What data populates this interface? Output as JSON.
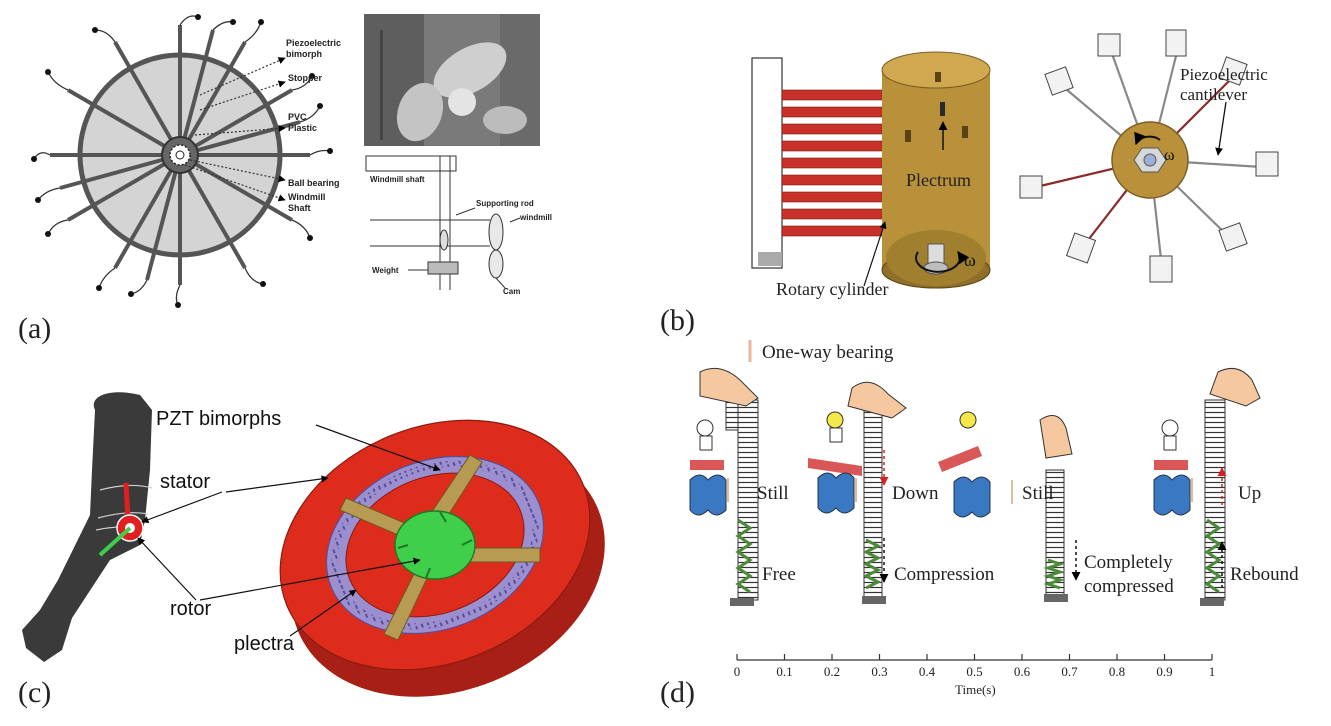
{
  "panel_a": {
    "label": "(a)",
    "callouts": {
      "piezo": [
        "Piezoelectric",
        "bimorph"
      ],
      "stopper": "Stopper",
      "pvc": [
        "PVC",
        "Plastic"
      ],
      "bearing": "Ball bearing",
      "shaft": [
        "Windmill",
        "Shaft"
      ]
    },
    "schematic": {
      "windmill_shaft": "Windmill shaft",
      "supporting_rod": "Supporting rod",
      "windmill": "windmill",
      "weight": "Weight",
      "cam": "Cam"
    }
  },
  "panel_b": {
    "label": "(b)",
    "plectrum": "Plectrum",
    "omega": "ω",
    "rotary_cylinder": "Rotary cylinder",
    "cantilever": [
      "Piezoelectric",
      "cantilever"
    ]
  },
  "panel_c": {
    "label": "(c)",
    "pzt": "PZT bimorphs",
    "stator": "stator",
    "rotor": "rotor",
    "plectra": "plectra"
  },
  "panel_d": {
    "label": "(d)",
    "legend": "One-way bearing",
    "states": [
      {
        "motion": "Still",
        "spring": "Free"
      },
      {
        "motion": "Down",
        "spring": "Compression"
      },
      {
        "motion": "Still",
        "spring": [
          "Completely",
          "compressed"
        ]
      },
      {
        "motion": "Up",
        "spring": "Rebound"
      }
    ],
    "axis": {
      "ticks": [
        "0",
        "0.1",
        "0.2",
        "0.3",
        "0.4",
        "0.5",
        "0.6",
        "0.7",
        "0.8",
        "0.9",
        "1"
      ],
      "label": "Time(s)"
    }
  },
  "colors": {
    "gold": "#b8913a",
    "red_strip": "#c8302a",
    "disk_red": "#dd2b1c",
    "ring_purple": "#9b8fcf",
    "rotor_green": "#3fcf4a",
    "blade_gold": "#b89b52",
    "blob_blue": "#3a78c2",
    "spring_green": "#4c8a3a",
    "leg": "#3a3a3a"
  }
}
